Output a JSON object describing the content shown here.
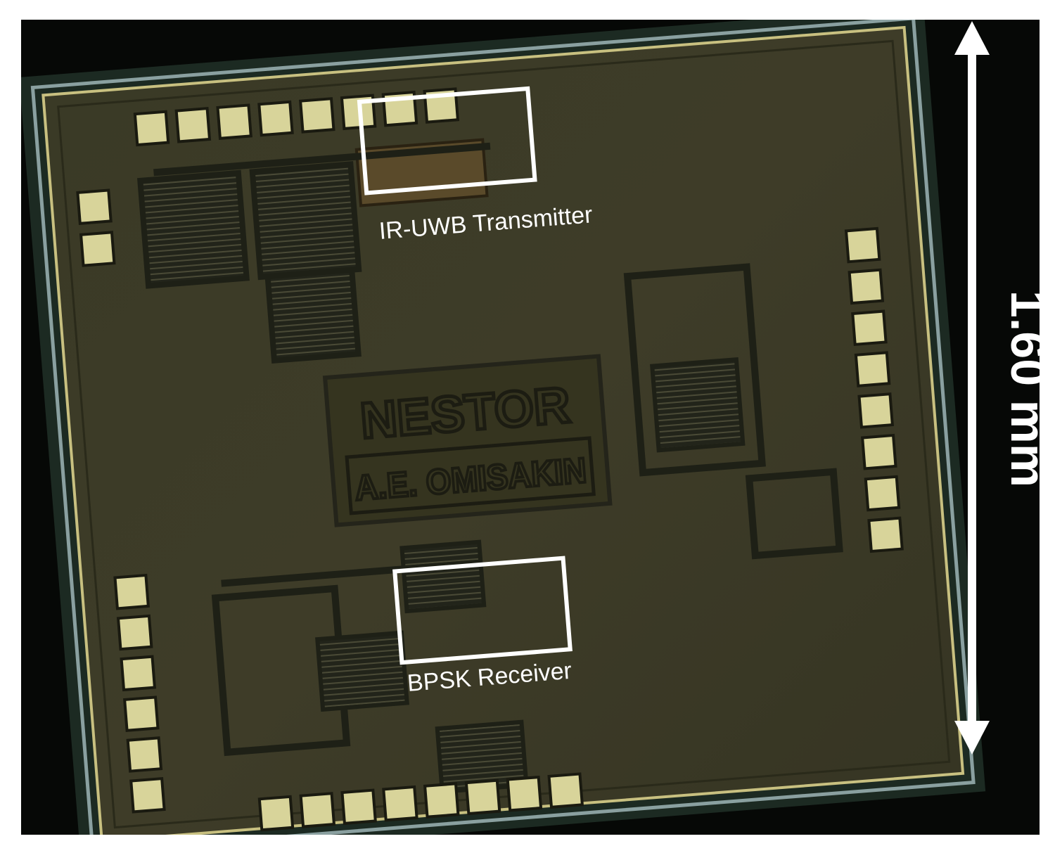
{
  "figure": {
    "labels": {
      "transmitter": "IR-UWB Transmitter",
      "receiver": "BPSK Receiver"
    },
    "die_marking": {
      "line1": "NESTOR",
      "line2": "A.E. OMISAKIN"
    },
    "scale_bar": {
      "text": "1.60 mm",
      "value": 1.6,
      "unit": "mm"
    },
    "colors": {
      "background": "#060806",
      "die_surface": "#3c3a26",
      "bond_pad": "#d8d49a",
      "annotation": "#ffffff"
    }
  }
}
